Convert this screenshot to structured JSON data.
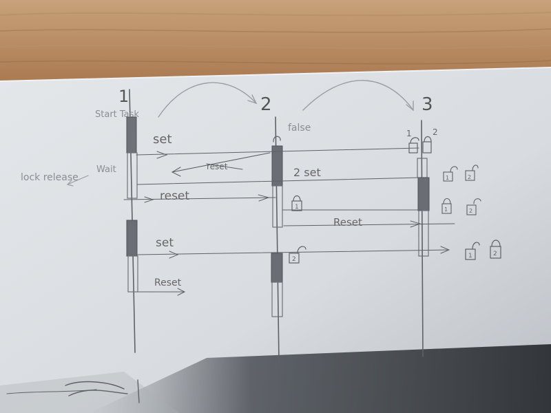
{
  "timeline_labels": {
    "t1": "1",
    "t2": "2",
    "t3": "3"
  },
  "left_labels": {
    "start_task": "Start Task",
    "wait": "Wait",
    "lock_release": "lock release"
  },
  "arrow_labels": {
    "set_1": "set",
    "reset_cross": "reset",
    "reset_1": "reset",
    "set_2": "set",
    "reset_bottom": "Reset",
    "two_set": "2 set",
    "reset_mid": "Reset",
    "false_label": "false"
  },
  "lock_numbers": {
    "l1": "1",
    "l2": "2",
    "top1": "1",
    "top2": "2",
    "right1": "1",
    "right2": "2",
    "mid1": "1",
    "mid2": "2",
    "bot1": "1",
    "bot2": "2"
  },
  "colors": {
    "wood_top": "#c8a27a",
    "wood_bottom": "#a9784f",
    "paper": "#d9dde2",
    "shadow": "#2e3236",
    "pencil": "#5e6268"
  }
}
